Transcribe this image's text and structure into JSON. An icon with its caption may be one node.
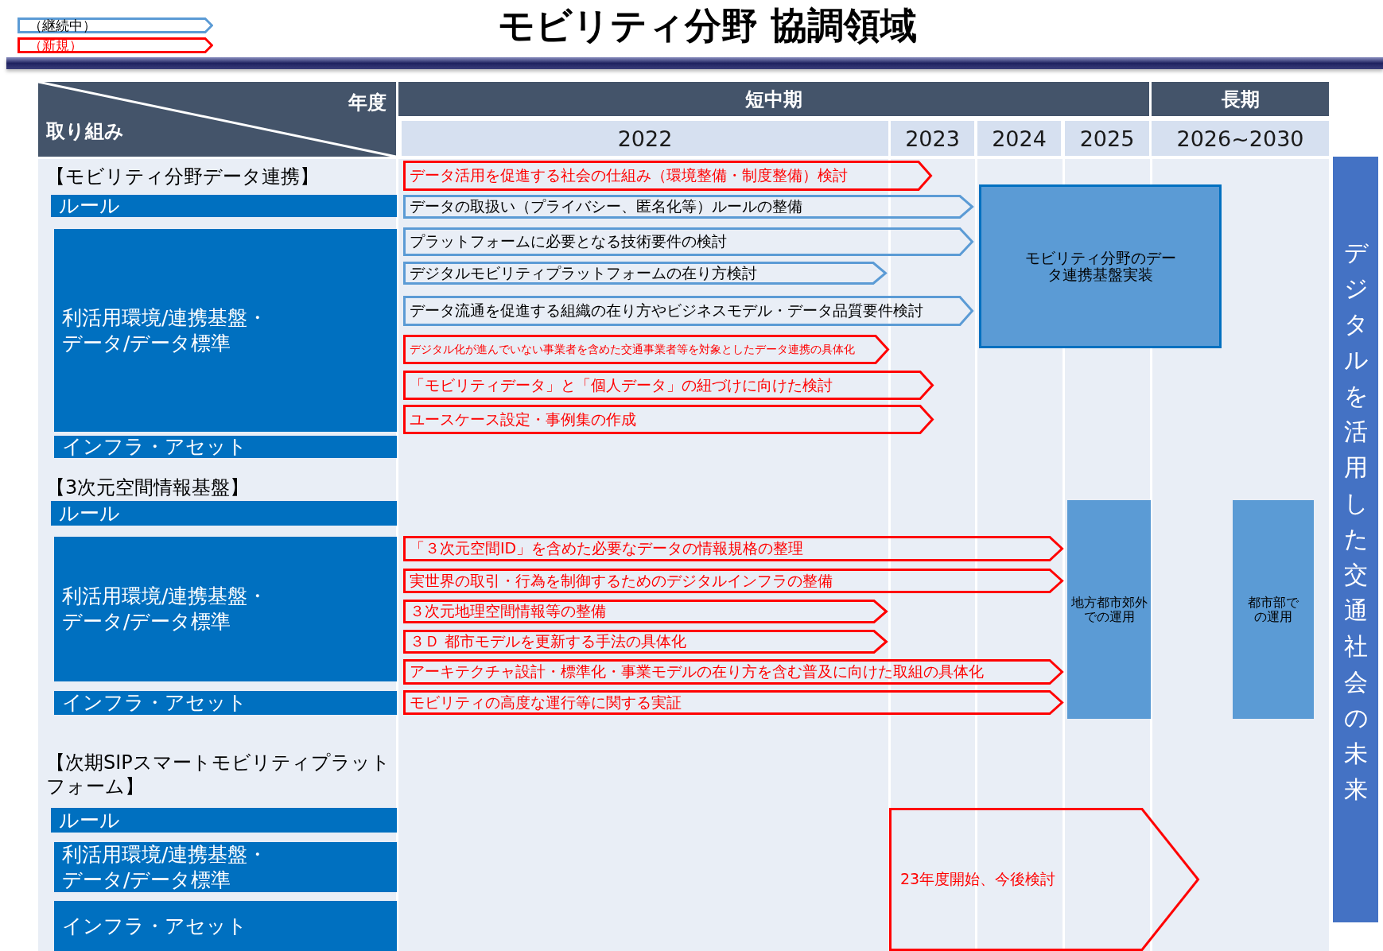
{
  "diagram": {
    "title": "モビリティ分野 協調領域",
    "nodes": [
      {
        "text": [
          "年度",
          "取り組み"
        ]
      },
      {
        "text": [
          "短中期"
        ]
      },
      {
        "text": [
          "長期"
        ]
      },
      {
        "text": [
          "2022"
        ]
      },
      {
        "text": [
          "2023"
        ]
      },
      {
        "text": [
          "2024"
        ]
      },
      {
        "text": [
          "2025"
        ]
      },
      {
        "text": [
          "2026~2030"
        ]
      },
      {
        "text": [
          "データ活用を促進する社会の仕組み（環境整備・制度整備）検討"
        ]
      },
      {
        "text": [
          "ルール"
        ]
      },
      {
        "text": [
          "データの取扱い（プライバシー、匿名化等）ルールの整備"
        ]
      },
      {
        "text": [
          "利活用環境/連携基盤・データ/データ標準"
        ]
      },
      {
        "text": [
          "プラットフォームに必要となる技術要件の検討"
        ]
      },
      {
        "text": [
          "デジタルモビリティプラットフォームの在り方検討"
        ]
      },
      {
        "text": [
          "データ流通を促進する組織の在り方やビジネスモデル・データ品質要件検討"
        ]
      },
      {
        "text": [
          "モビリティ分野のデータ連携基盤実装"
        ]
      },
      {
        "text": [
          "デジタルを活用した交通社会の未来"
        ]
      },
      {
        "text": [
          "デジタル化が進んでいない事業者を含めた交通事業者等を対象としたデータ連携の具体化"
        ]
      },
      {
        "text": [
          "「モビリティデータ」と「個人データ」の紐づけに向けた検討"
        ]
      },
      {
        "text": [
          "ユースケース設定・事例集の作成"
        ]
      },
      {
        "text": [
          "インフラ・アセット"
        ]
      },
      {
        "text": [
          "ルール"
        ]
      },
      {
        "text": [
          "利活用環境/連携基盤・データ/データ標準"
        ]
      },
      {
        "text": [
          "「３次元空間ID」を含めた必要なデータの情報規格の整理"
        ]
      },
      {
        "text": [
          "実世界の取引・行為を制御するためのデジタルインフラの整備"
        ]
      },
      {
        "text": [
          "地方都市郊外での運用"
        ]
      },
      {
        "text": [
          "都市部での運用"
        ]
      },
      {
        "text": [
          "３次元地理空間情報等の整備"
        ]
      },
      {
        "text": [
          "３Ｄ 都市モデルを更新する手法の具体化"
        ]
      },
      {
        "text": [
          "アーキテクチャ設計・標準化・事業モデルの在り方を含む普及に向けた取組の具体化"
        ]
      },
      {
        "text": [
          "インフラ・アセット"
        ]
      },
      {
        "text": [
          "モビリティの高度な運行等に関する実証"
        ]
      },
      {
        "text": [
          "ルール"
        ]
      },
      {
        "text": [
          "利活用環境/連携基盤・データ/データ標準"
        ]
      },
      {
        "text": [
          "23年度開始、今後検討"
        ]
      },
      {
        "text": [
          "インフラ・アセット"
        ]
      }
    ],
    "labels": [
      "【モビリティ分野データ連携】",
      "【3次元空間情報基盤】",
      "【次期SIPスマートモビリティプラットフォーム】"
    ],
    "legend": [
      {
        "text": "（継続中）"
      },
      {
        "text": "（新規）"
      }
    ]
  }
}
